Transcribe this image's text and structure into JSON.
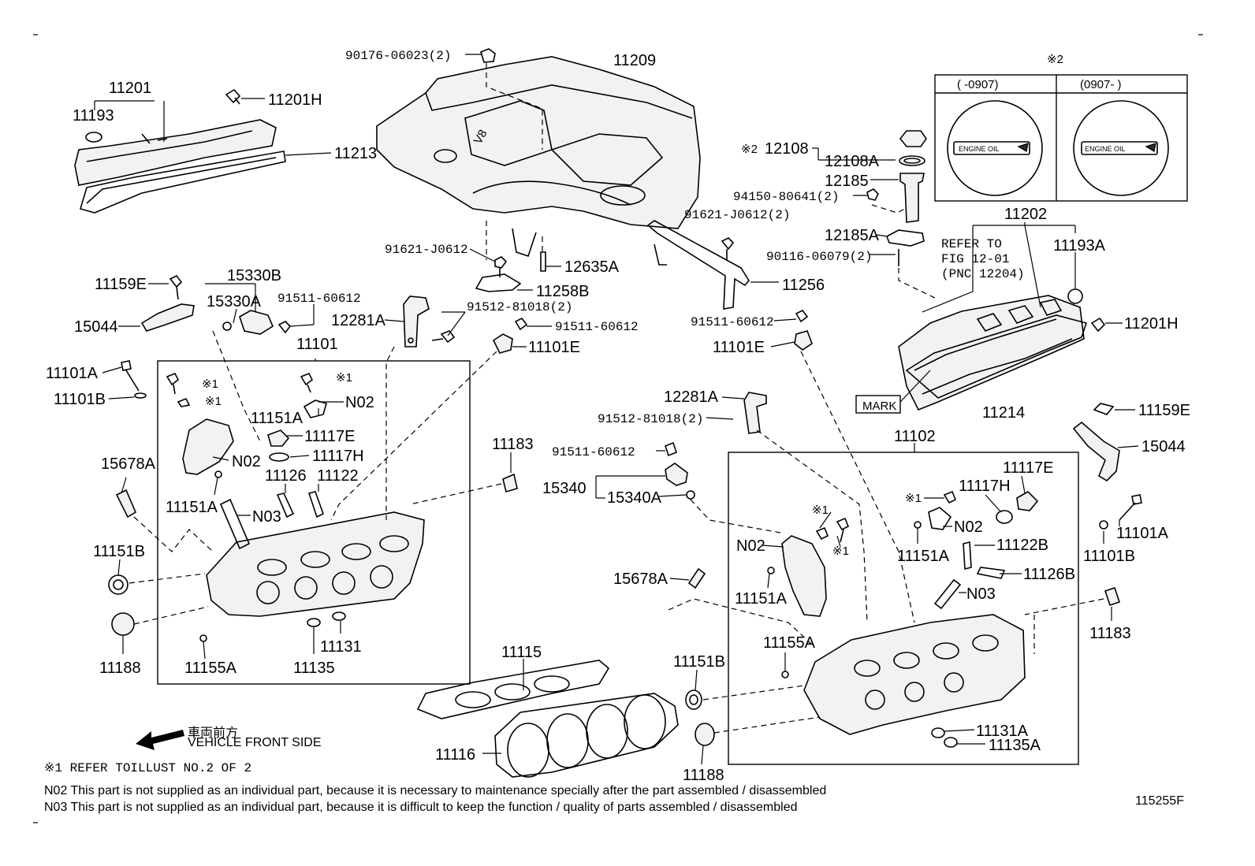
{
  "labels": {
    "p90176": "90176-06023(2)",
    "p11209": "11209",
    "p11201": "11201",
    "p11193": "11193",
    "p11201H_l": "11201H",
    "p11213": "11213",
    "p12108": "12108",
    "p12108A": "12108A",
    "p12185": "12185",
    "p94150": "94150-80641(2)",
    "p91621_r": "91621-J0612(2)",
    "p12185A": "12185A",
    "p90116": "90116-06079(2)",
    "p11202": "11202",
    "p11193A": "11193A",
    "p91621_c": "91621-J0612",
    "p12635A": "12635A",
    "p11258B": "11258B",
    "p11256": "11256",
    "p15330B": "15330B",
    "p15330A": "15330A",
    "p91511_a": "91511-60612",
    "p11159E_l": "11159E",
    "p15044_l": "15044",
    "p12281A_l": "12281A",
    "p91512_l": "91512-81018(2)",
    "p91511_b": "91511-60612",
    "p11101E_l": "11101E",
    "p91511_c": "91511-60612",
    "p11101E_r": "11101E",
    "p11201H_r": "11201H",
    "p11101": "11101",
    "p11101A_l": "11101A",
    "p11101B_l": "11101B",
    "p11214": "11214",
    "p12281A_r": "12281A",
    "p91512_r": "91512-81018(2)",
    "p11159E_r": "11159E",
    "p15044_r": "15044",
    "pN02_a": "N02",
    "p11151A_a": "11151A",
    "p11117E_l": "11117E",
    "p11117H_l": "11117H",
    "pN02_b": "N02",
    "p15678A_l": "15678A",
    "p11183_l": "11183",
    "p11126": "11126",
    "p11122": "11122",
    "p11151A_b": "11151A",
    "pN03_l": "N03",
    "p11102": "11102",
    "p91511_d": "91511-60612",
    "p15340": "15340",
    "p15340A": "15340A",
    "p11117E_r": "11117E",
    "p11117H_r": "11117H",
    "p11101A_r": "11101A",
    "p11101B_r": "11101B",
    "p11151B_l": "11151B",
    "pN02_c": "N02",
    "pN02_d": "N02",
    "p11151A_c": "11151A",
    "p11122B": "11122B",
    "p11126B": "11126B",
    "p15678A_r": "15678A",
    "p11151A_d": "11151A",
    "pN03_r": "N03",
    "p11188_l": "11188",
    "p11155A_l": "11155A",
    "p11135": "11135",
    "p11131": "11131",
    "p11155A_r": "11155A",
    "p11183_r": "11183",
    "p11115": "11115",
    "p11151B_r": "11151B",
    "p11116": "11116",
    "p11131A": "11131A",
    "p11135A": "11135A",
    "p11188_r": "11188"
  },
  "ref_marks": {
    "star1": "※1",
    "star2": "※2"
  },
  "refer_note": {
    "line1": "REFER TO",
    "line2": "FIG 12-01",
    "line3": "(PNC 12204)"
  },
  "mark_box": "MARK",
  "inset": {
    "col1": "(       -0907)",
    "col2": "(0907-       )",
    "cap_text": "ENGINE OIL"
  },
  "direction": {
    "jp": "車両前方",
    "en": "VEHICLE FRONT SIDE"
  },
  "footnotes": {
    "star1": "※1 REFER TOILLUST NO.2 OF 2",
    "n02": "N02  This part is not supplied as an individual part, because it is necessary to maintenance specially after the part assembled / disassembled",
    "n03": "N03  This part is not supplied as an individual part, because it is difficult to keep the function / quality of parts  assembled / disassembled"
  },
  "illustration_id": "115255F",
  "emblem": "V8"
}
